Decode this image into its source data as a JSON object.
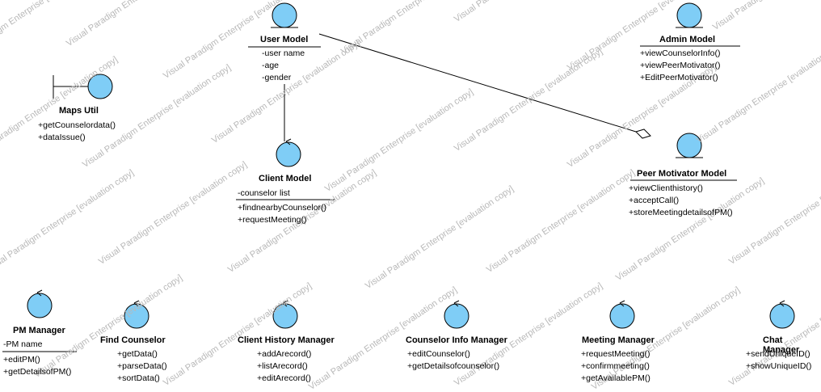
{
  "watermark": "Visual Paradigm Enterprise [evaluation copy]",
  "colors": {
    "entity_fill": "#7fcdf6",
    "control_fill": "#7fcdf6",
    "stroke": "#000000"
  },
  "classes": [
    {
      "name": "User Model",
      "attributes": [
        "-user name",
        "-age",
        "-gender"
      ],
      "operations": []
    },
    {
      "name": "Admin Model",
      "attributes": [],
      "operations": [
        "+viewCounselorInfo()",
        "+viewPeerMotivator()",
        "+EditPeerMotivator()"
      ]
    },
    {
      "name": "Maps Util",
      "attributes": [],
      "operations": [
        "+getCounselordata()",
        "+dataIssue()"
      ]
    },
    {
      "name": "Client Model",
      "attributes": [
        "-counselor list"
      ],
      "operations": [
        "+findnearbyCounselor()",
        "+requestMeeting()"
      ]
    },
    {
      "name": "Peer Motivator Model",
      "attributes": [],
      "operations": [
        "+viewClienthistory()",
        "+acceptCall()",
        "+storeMeetingdetailsofPM()"
      ]
    },
    {
      "name": "PM Manager",
      "attributes": [
        "-PM name"
      ],
      "operations": [
        "+editPM()",
        "+getDetailsofPM()"
      ]
    },
    {
      "name": "Find Counselor",
      "attributes": [],
      "operations": [
        "+getData()",
        "+parseData()",
        "+sortData()"
      ]
    },
    {
      "name": "Client History Manager",
      "attributes": [],
      "operations": [
        "+addArecord()",
        "+listArecord()",
        "+editArecord()"
      ]
    },
    {
      "name": "Counselor Info Manager",
      "attributes": [],
      "operations": [
        "+editCounselor()",
        "+getDetailsofcounselor()"
      ]
    },
    {
      "name": "Meeting Manager",
      "attributes": [],
      "operations": [
        "+requestMeeting()",
        "+confirmmeeting()",
        "+getAvailablePM()"
      ]
    },
    {
      "name": "Chat Manager",
      "attributes": [],
      "operations": [
        "+sendUniqueID()",
        "+showUniqueID()"
      ]
    }
  ]
}
